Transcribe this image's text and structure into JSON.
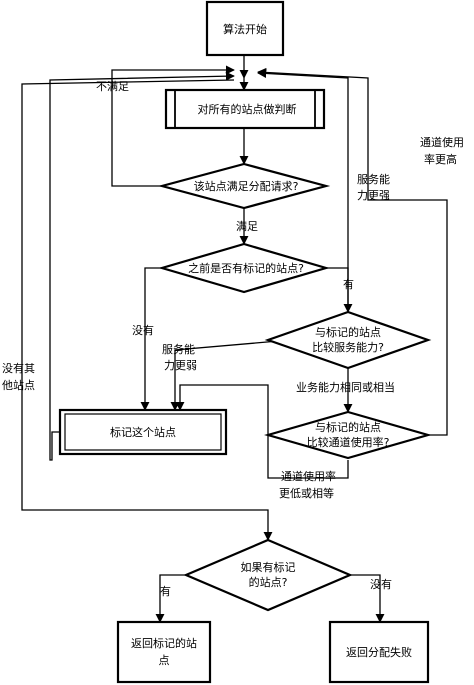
{
  "nodes": {
    "start": "算法开始",
    "judge_all": "对所有的站点做判断",
    "satisfy_request": "该站点满足分配请求?",
    "has_marked_before": "之前是否有标记的站点?",
    "compare_service_1": "与标记的站点",
    "compare_service_2": "比较服务能力?",
    "mark_station": "标记这个站点",
    "compare_channel_1": "与标记的站点",
    "compare_channel_2": "比较通道使用率?",
    "if_marked_1": "如果有标记",
    "if_marked_2": "的站点?",
    "return_marked_1": "返回标记的站",
    "return_marked_2": "点",
    "return_fail": "返回分配失败"
  },
  "edges": {
    "not_satisfy": "不满足",
    "satisfy": "满足",
    "has": "有",
    "none": "没有",
    "weaker_service_1": "服务能",
    "weaker_service_2": "力更弱",
    "stronger_service_1": "服务能",
    "stronger_service_2": "力更强",
    "channel_higher_1": "通道使用",
    "channel_higher_2": "率更高",
    "same_service": "业务能力相同或相当",
    "channel_lower_1": "通道使用率",
    "channel_lower_2": "更低或相等",
    "no_other_1": "没有其",
    "no_other_2": "他站点",
    "final_has": "有",
    "final_none": "没有"
  }
}
